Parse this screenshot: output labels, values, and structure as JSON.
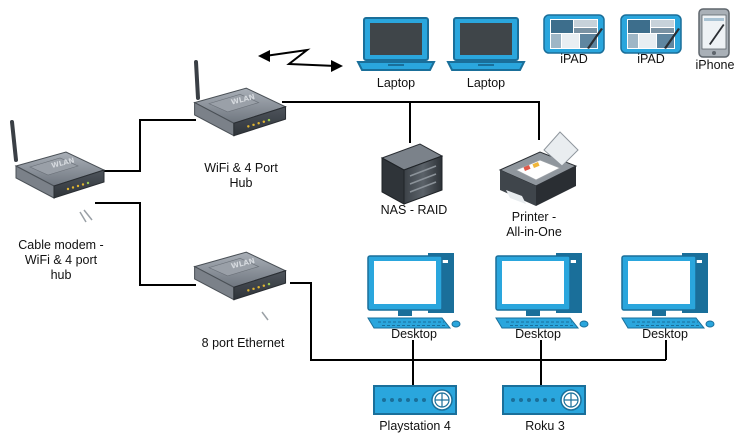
{
  "diagram": {
    "nodes": {
      "cable_modem": "Cable modem -\nWiFi & 4 port\nhub",
      "wifi_hub": "WiFi & 4 Port\nHub",
      "ethernet_switch": "8 port Ethernet",
      "laptop_1": "Laptop",
      "laptop_2": "Laptop",
      "ipad_1": "iPAD",
      "ipad_2": "iPAD",
      "iphone": "iPhone",
      "nas": "NAS - RAID",
      "printer": "Printer -\nAll-in-One",
      "desktop_1": "Desktop",
      "desktop_2": "Desktop",
      "desktop_3": "Desktop",
      "playstation": "Playstation 4",
      "roku": "Roku 3"
    },
    "colors": {
      "device_blue": "#2aa6dd",
      "device_dark": "#1a6f9a",
      "router_body": "#8e949c",
      "cable": "#000000"
    }
  }
}
